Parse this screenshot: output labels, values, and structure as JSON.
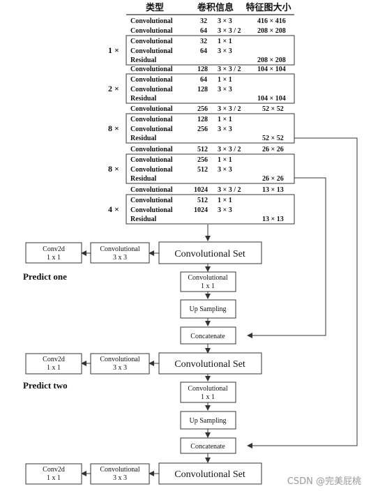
{
  "table": {
    "headers": [
      "类型",
      "卷积信息",
      "特征图大小"
    ],
    "top_rows": [
      {
        "type": "Convolutional",
        "filters": "32",
        "size": "3 × 3",
        "output": "416 × 416"
      },
      {
        "type": "Convolutional",
        "filters": "64",
        "size": "3 × 3 / 2",
        "output": "208 × 208"
      }
    ],
    "blocks": [
      {
        "multiplier": "1 ×",
        "rows": [
          {
            "type": "Convolutional",
            "filters": "32",
            "size": "1 × 1"
          },
          {
            "type": "Convolutional",
            "filters": "64",
            "size": "3 × 3"
          }
        ],
        "residual": "Residual",
        "residual_output": "208 × 208"
      },
      {
        "multiplier": "2 ×",
        "pre": {
          "type": "Convolutional",
          "filters": "128",
          "size": "3 × 3 / 2",
          "output": "104 × 104"
        },
        "rows": [
          {
            "type": "Convolutional",
            "filters": "64",
            "size": "1 × 1"
          },
          {
            "type": "Convolutional",
            "filters": "128",
            "size": "3 × 3"
          }
        ],
        "residual": "Residual",
        "residual_output": "104 × 104"
      },
      {
        "multiplier": "8 ×",
        "pre": {
          "type": "Convolutional",
          "filters": "256",
          "size": "3 × 3 / 2",
          "output": "52 × 52"
        },
        "rows": [
          {
            "type": "Convolutional",
            "filters": "128",
            "size": "1 × 1"
          },
          {
            "type": "Convolutional",
            "filters": "256",
            "size": "3 × 3"
          }
        ],
        "residual": "Residual",
        "residual_output": "52 × 52"
      },
      {
        "multiplier": "8 ×",
        "pre": {
          "type": "Convolutional",
          "filters": "512",
          "size": "3 × 3 / 2",
          "output": "26 × 26"
        },
        "rows": [
          {
            "type": "Convolutional",
            "filters": "256",
            "size": "1 × 1"
          },
          {
            "type": "Convolutional",
            "filters": "512",
            "size": "3 × 3"
          }
        ],
        "residual": "Residual",
        "residual_output": "26 × 26"
      },
      {
        "multiplier": "4 ×",
        "pre": {
          "type": "Convolutional",
          "filters": "1024",
          "size": "3 × 3 / 2",
          "output": "13 × 13"
        },
        "rows": [
          {
            "type": "Convolutional",
            "filters": "512",
            "size": "1 × 1"
          },
          {
            "type": "Convolutional",
            "filters": "1024",
            "size": "3 × 3"
          }
        ],
        "residual": "Residual",
        "residual_output": "13 × 13"
      }
    ]
  },
  "heads": [
    {
      "conv2d": [
        "Conv2d",
        "1 x 1"
      ],
      "conv": [
        "Convolutional",
        "3 x 3"
      ],
      "set": "Convolutional Set",
      "predict": "Predict one"
    },
    {
      "conv2d": [
        "Conv2d",
        "1 x 1"
      ],
      "conv": [
        "Convolutional",
        "3 x 3"
      ],
      "set": "Convolutional Set",
      "predict": "Predict two"
    },
    {
      "conv2d": [
        "Conv2d",
        "1 x 1"
      ],
      "conv": [
        "Convolutional",
        "3 x 3"
      ],
      "set": "Convolutional Set"
    }
  ],
  "chain": [
    {
      "conv": [
        "Convolutional",
        "1 x 1"
      ],
      "upsample": "Up Sampling",
      "concat": "Concatenate"
    },
    {
      "conv": [
        "Convolutional",
        "1 x 1"
      ],
      "upsample": "Up Sampling",
      "concat": "Concatenate"
    }
  ],
  "watermark": "CSDN @完美屁桃"
}
